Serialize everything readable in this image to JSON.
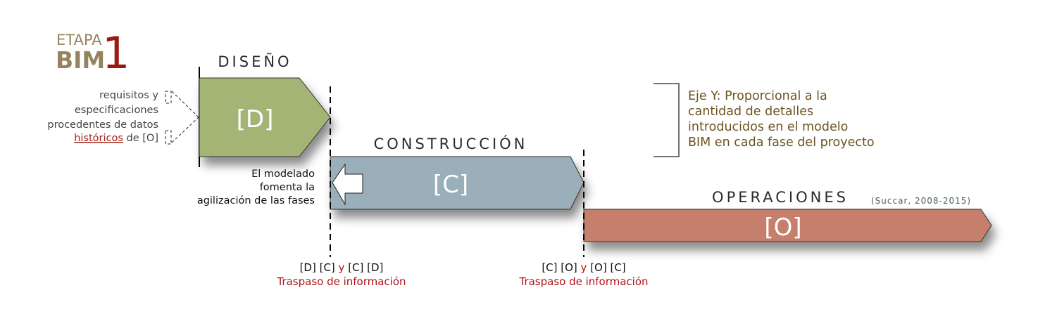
{
  "header": {
    "etapa": "ETAPA",
    "bim": "BIM",
    "number": "1"
  },
  "phases": {
    "design": {
      "title": "DISEÑO",
      "code": "[D]",
      "color": "#a4b474"
    },
    "construction": {
      "title": "CONSTRUCCIÓN",
      "code": "[C]",
      "color": "#9aafb9"
    },
    "operations": {
      "title": "OPERACIONES",
      "code": "[O]",
      "color": "#c57f6c"
    }
  },
  "left_note": {
    "line1": "requisitos y",
    "line2": "especificaciones",
    "line3": "procedentes de datos",
    "line4_link": "históricos",
    "line4_rest": " de [O]"
  },
  "agility_note": {
    "line1": "El modelado",
    "line2": "fomenta la",
    "line3": "agilización de las fases"
  },
  "axis_note": {
    "line1": "Eje Y: Proporcional a la",
    "line2": "cantidad de detalles",
    "line3": "introducidos en el modelo",
    "line4": "BIM en cada fase del proyecto"
  },
  "citation": "(Succar, 2008-2015)",
  "handoffs": [
    {
      "a": "[D] [C] ",
      "y": "y",
      "b": " [C] [D]",
      "label": "Traspaso  de información"
    },
    {
      "a": "[C] [O] ",
      "y": "y",
      "b": " [O] [C]",
      "label": "Traspaso  de información"
    }
  ]
}
